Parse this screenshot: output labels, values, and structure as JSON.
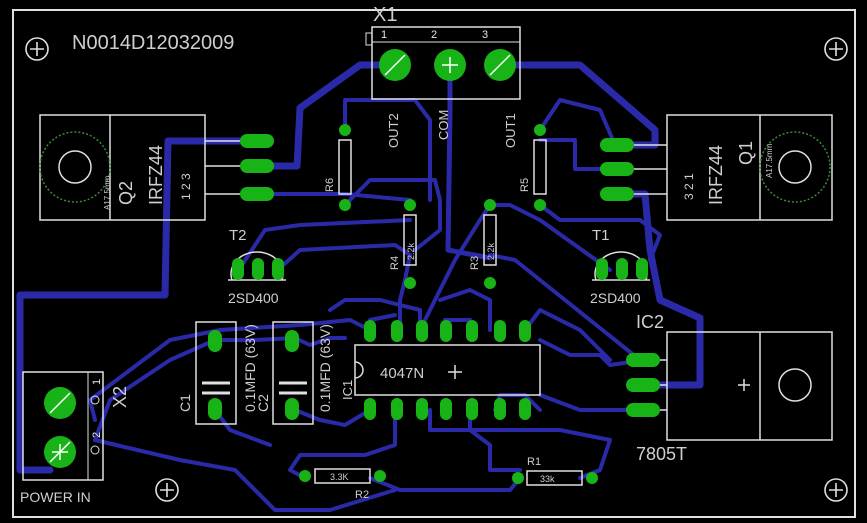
{
  "board": {
    "serial": "N0014D12032009",
    "colors": {
      "background": "#000000",
      "copper_bottom": "#2a2aa8",
      "pad": "#17b317",
      "silkscreen": "#cfcfcf",
      "outline": "#e0e0e0"
    }
  },
  "labels": {
    "x1": "X1",
    "x2": "X2",
    "x1_pin1": "1",
    "x1_pin2": "2",
    "x1_pin3": "3",
    "x2_pin1": "1",
    "x2_pin2": "2",
    "out2": "OUT2",
    "com": "COM",
    "out1": "OUT1",
    "q2_ref": "Q2",
    "q2_val": "IRFZ44",
    "q2_pins": "1 2 3",
    "q2_pin3": "3",
    "q1_ref": "Q1",
    "q1_val": "IRFZ44",
    "q1_pins": "3 2 1",
    "heatsink_left": "A17.5mm",
    "heatsink_right": "A17.5mm",
    "r6": "R6",
    "r5": "R5",
    "r4": "R4",
    "r3": "R3",
    "r2": "R2",
    "r1": "R1",
    "r4_val": "2.2k",
    "r3_val": "2.2k",
    "r2_val": "3.3K",
    "r1_val": "33k",
    "t2": "T2",
    "t1": "T1",
    "t2_val": "2SD400",
    "t1_val": "2SD400",
    "c1": "C1",
    "c2": "C2",
    "c1_val": "0.1MFD (63V)",
    "c2_val": "0.1MFD (63V)",
    "ic1": "IC1",
    "ic1_val": "4047N",
    "ic2": "IC2",
    "ic2_val": "7805T",
    "power_in": "POWER IN"
  }
}
